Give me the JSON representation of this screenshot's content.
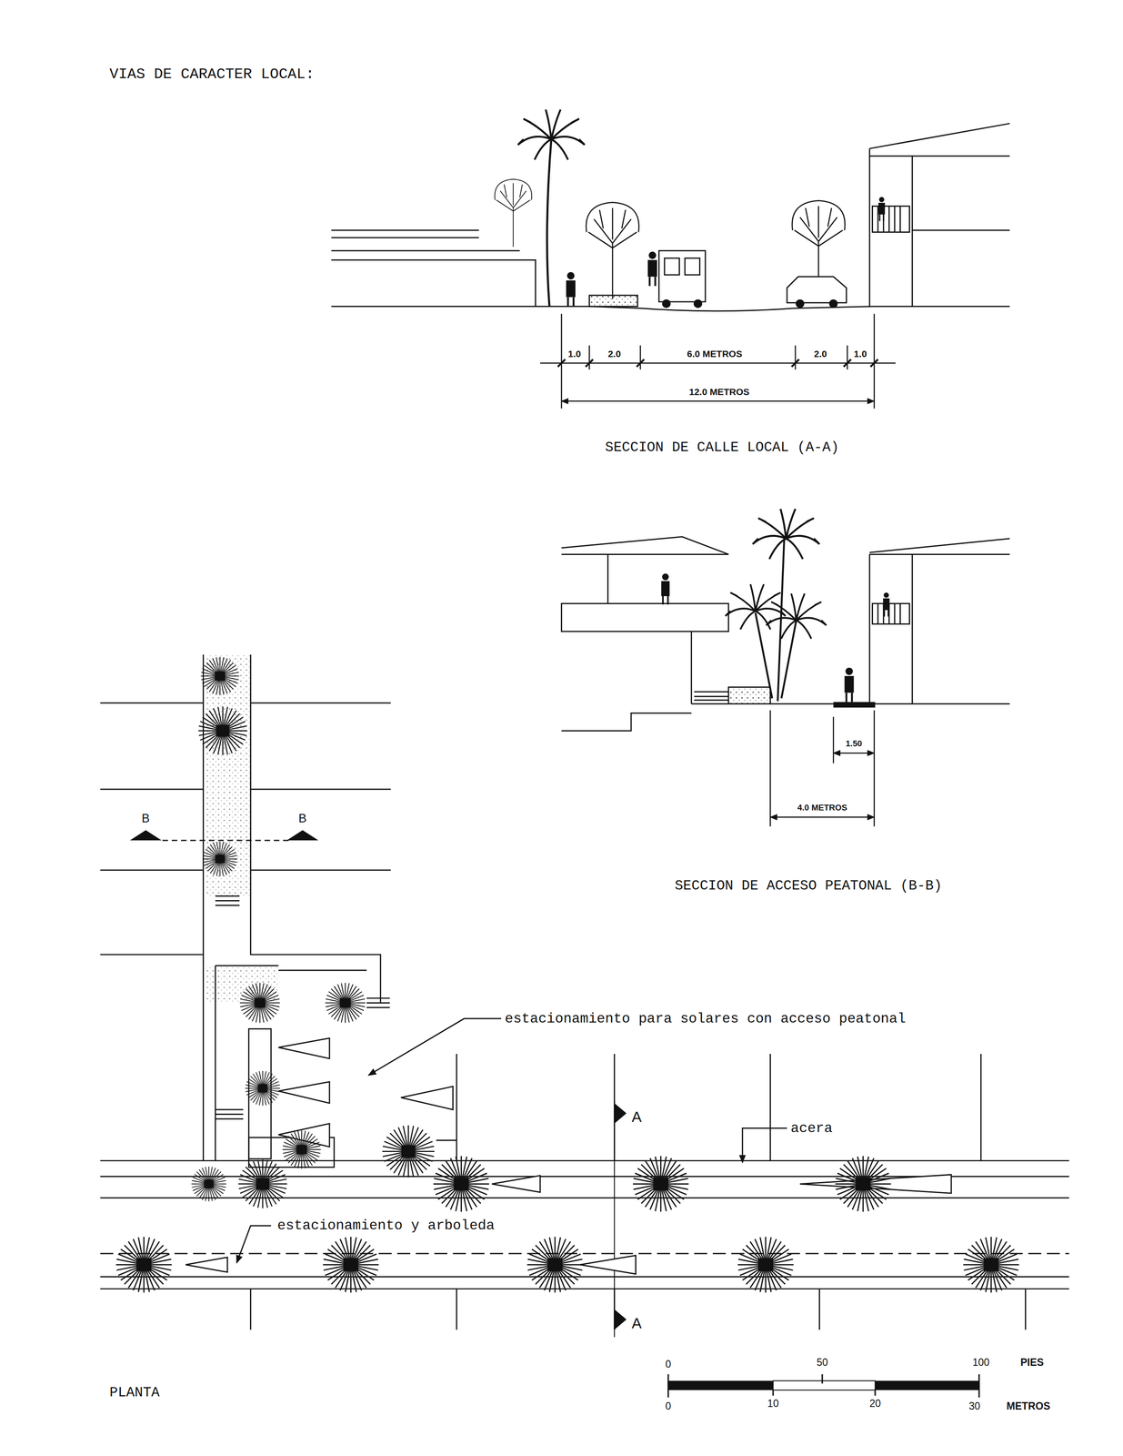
{
  "diagram": {
    "title": "VIAS DE CARACTER LOCAL:",
    "labels": [
      "1.0",
      "2.0",
      "6.0 METROS",
      "2.0",
      "1.0",
      "12.0 METROS",
      "SECCION DE CALLE LOCAL (A-A)",
      "1.50",
      "4.0 METROS",
      "SECCION DE ACCESO PEATONAL (B-B)",
      "B",
      "B",
      "estacionamiento para solares con acceso peatonal",
      "A",
      "acera",
      "estacionamiento y arboleda",
      "A",
      "0",
      "50",
      "100",
      "PIES",
      "0",
      "10",
      "20",
      "30",
      "METROS",
      "PLANTA"
    ]
  }
}
